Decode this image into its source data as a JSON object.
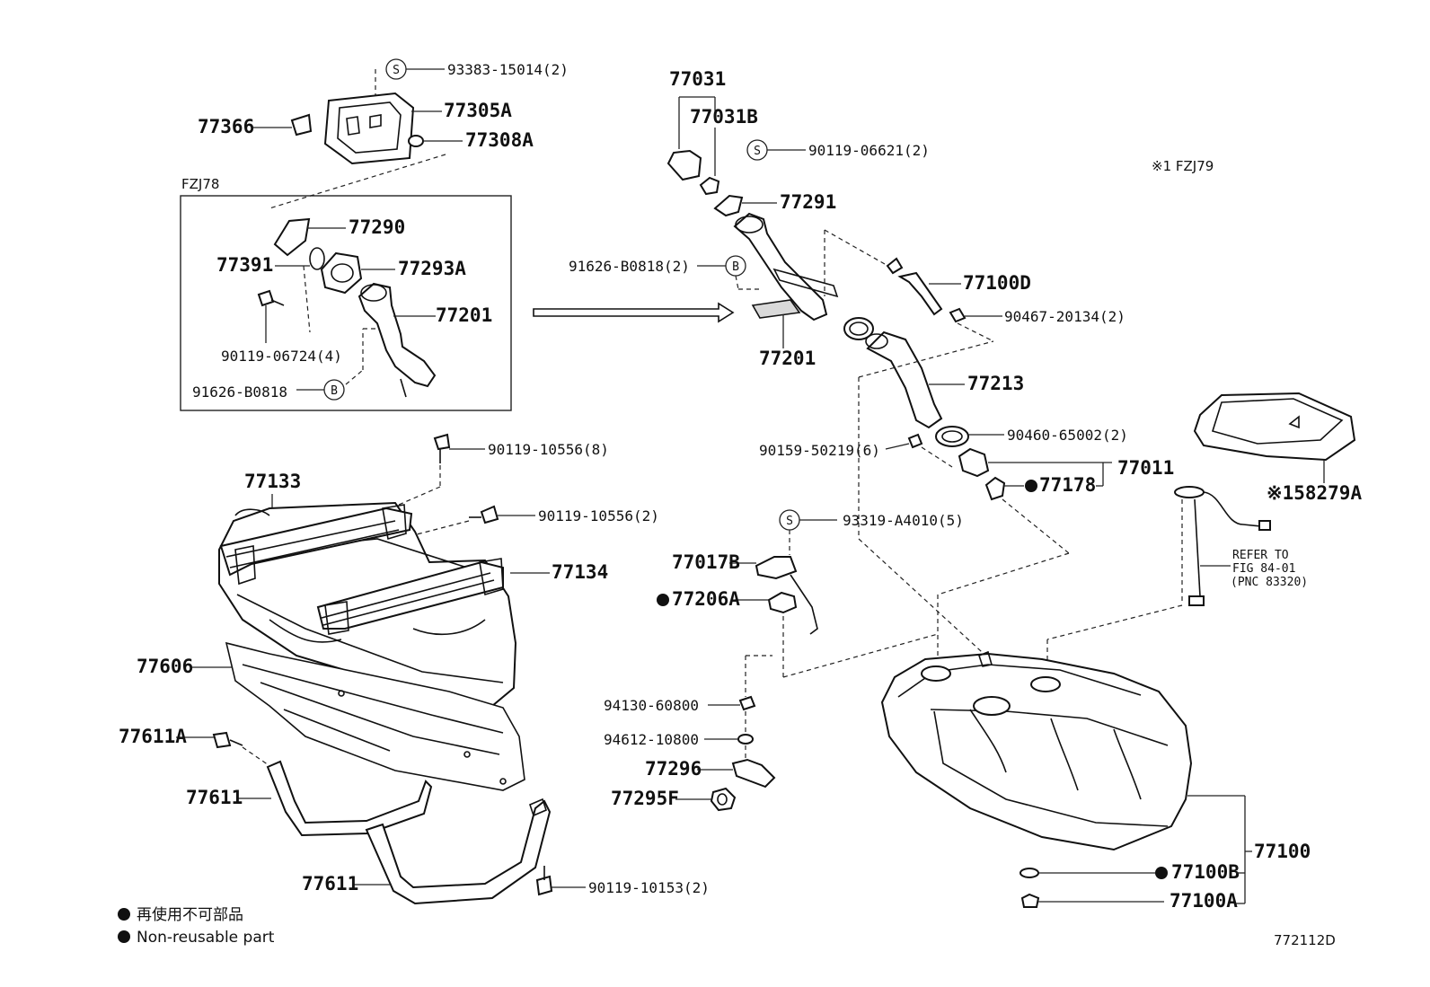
{
  "labels": {
    "p93383": "93383-15014(2)",
    "p77305A": "77305A",
    "p77366": "77366",
    "p77308A": "77308A",
    "fzj78": "FZJ78",
    "p77290": "77290",
    "p77391": "77391",
    "p77293A": "77293A",
    "p77201a": "77201",
    "p90119_06724": "90119-06724(4)",
    "p91626a": "91626-B0818",
    "p77031": "77031",
    "p77031B": "77031B",
    "p90119_06621": "90119-06621(2)",
    "p77291": "77291",
    "p91626b": "91626-B0818(2)",
    "p77201b": "77201",
    "p77100D": "77100D",
    "p90467": "90467-20134(2)",
    "p77213": "77213",
    "p90460": "90460-65002(2)",
    "p90159": "90159-50219(6)",
    "p77011": "77011",
    "p77178": "77178",
    "fzj79": "※1 FZJ79",
    "p58279A": "※158279A",
    "p90119_10556_8": "90119-10556(8)",
    "p77133": "77133",
    "p90119_10556_2": "90119-10556(2)",
    "p77134": "77134",
    "p93319": "93319-A4010(5)",
    "p77017B": "77017B",
    "p77206A": "77206A",
    "refer1": "REFER TO",
    "refer2": "FIG 84-01",
    "refer3": "(PNC 83320)",
    "p77606": "77606",
    "p94130": "94130-60800",
    "p94612": "94612-10800",
    "p77296": "77296",
    "p77295F": "77295F",
    "p77611A": "77611A",
    "p77611a": "77611",
    "p77611b": "77611",
    "p90119_10153": "90119-10153(2)",
    "p77100": "77100",
    "p77100B": "77100B",
    "p77100A": "77100A",
    "circleS": "S",
    "circleB": "B"
  },
  "legend": {
    "jp": "再使用不可部品",
    "en": "Non-reusable part"
  },
  "figure_code": "772112D"
}
